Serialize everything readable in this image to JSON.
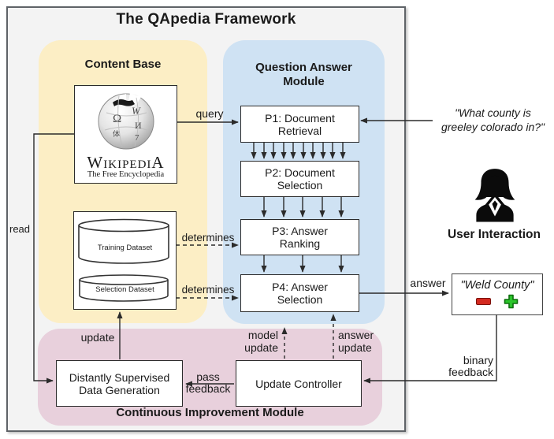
{
  "title": "The QApedia Framework",
  "content_base": {
    "title": "Content Base",
    "wikipedia": {
      "wordmark": "WikipediA",
      "tagline": "The Free Encyclopedia",
      "globe_glyphs": [
        "Ω",
        "W",
        "И",
        "7",
        "体"
      ]
    },
    "datasets": {
      "training": "Training Dataset",
      "selection": "Selection Dataset"
    }
  },
  "qa_module": {
    "title": [
      "Question Answer",
      "Module"
    ],
    "stages": [
      {
        "label": [
          "P1: Document",
          "Retrieval"
        ]
      },
      {
        "label": [
          "P2: Document",
          "Selection"
        ]
      },
      {
        "label": [
          "P3: Answer",
          "Ranking"
        ]
      },
      {
        "label": [
          "P4: Answer",
          "Selection"
        ]
      }
    ]
  },
  "improvement_module": {
    "title": "Continuous Improvement Module",
    "dsdg": [
      "Distantly Supervised",
      "Data Generation"
    ],
    "update_controller": "Update Controller"
  },
  "edges": {
    "query": "query",
    "read": "read",
    "determines_training": "determines",
    "determines_selection": "determines",
    "update": "update",
    "pass_feedback": [
      "pass",
      "feedback"
    ],
    "model_update": [
      "model",
      "update"
    ],
    "answer_update": [
      "answer",
      "update"
    ],
    "answer": "answer",
    "binary_feedback": [
      "binary",
      "feedback"
    ]
  },
  "user_interaction": {
    "question": [
      "\"What county is",
      "greeley colorado in?\""
    ],
    "label": "User Interaction",
    "answer_box": {
      "text": "\"Weld County\""
    }
  },
  "colors": {
    "content_base_bg": "#FCEEC5",
    "qa_module_bg": "#CFE2F3",
    "improvement_bg": "#E8D0DC",
    "frame_bg": "#F3F3F3",
    "negative_icon": "#D32A20",
    "positive_icon": "#2BC52B"
  }
}
